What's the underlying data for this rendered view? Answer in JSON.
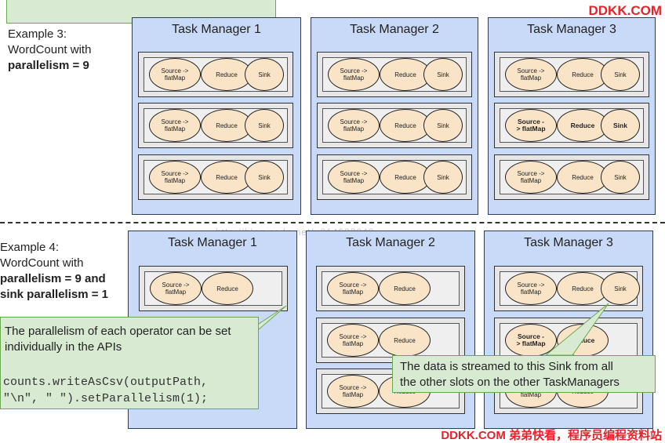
{
  "brand_top": "DDKK.COM",
  "brand_bottom": "DDKK.COM 弟弟快看，程序员编程资料站",
  "watermark": "http://blog.csdn.net/u014623042",
  "example3": {
    "line1": "Example 3:",
    "line2": "WordCount with",
    "line3": "parallelism = 9",
    "task_managers": [
      {
        "title": "Task Manager 1",
        "slots": [
          {
            "source": [
              "Source ->",
              "flatMap"
            ],
            "reduce": "Reduce",
            "sink": "Sink",
            "bold": false
          },
          {
            "source": [
              "Source ->",
              "flatMap"
            ],
            "reduce": "Reduce",
            "sink": "Sink",
            "bold": false
          },
          {
            "source": [
              "Source ->",
              "flatMap"
            ],
            "reduce": "Reduce",
            "sink": "Sink",
            "bold": false
          }
        ]
      },
      {
        "title": "Task Manager 2",
        "slots": [
          {
            "source": [
              "Source ->",
              "flatMap"
            ],
            "reduce": "Reduce",
            "sink": "Sink",
            "bold": false
          },
          {
            "source": [
              "Source ->",
              "flatMap"
            ],
            "reduce": "Reduce",
            "sink": "Sink",
            "bold": false
          },
          {
            "source": [
              "Source ->",
              "flatMap"
            ],
            "reduce": "Reduce",
            "sink": "Sink",
            "bold": false
          }
        ]
      },
      {
        "title": "Task Manager 3",
        "slots": [
          {
            "source": [
              "Source ->",
              "flatMap"
            ],
            "reduce": "Reduce",
            "sink": "Sink",
            "bold": false
          },
          {
            "source": [
              "Source -",
              "> flatMap"
            ],
            "reduce": "Reduce",
            "sink": "Sink",
            "bold": true
          },
          {
            "source": [
              "Source ->",
              "flatMap"
            ],
            "reduce": "Reduce",
            "sink": "Sink",
            "bold": false
          }
        ]
      }
    ]
  },
  "example4": {
    "line1": "Example 4:",
    "line2": "WordCount with",
    "line3": "parallelism = 9 and",
    "line4": "sink parallelism = 1",
    "task_managers": [
      {
        "title": "Task Manager 1",
        "slots": [
          {
            "source": [
              "Source ->",
              "flatMap"
            ],
            "reduce": "Reduce"
          }
        ]
      },
      {
        "title": "Task Manager 2",
        "slots": [
          {
            "source": [
              "Source ->",
              "flatMap"
            ],
            "reduce": "Reduce"
          },
          {
            "source": [
              "Source ->",
              "flatMap"
            ],
            "reduce": "Reduce"
          },
          {
            "source": [
              "Source ->",
              "flatMap"
            ],
            "reduce": "Reduce"
          }
        ]
      },
      {
        "title": "Task Manager 3",
        "slots": [
          {
            "source": [
              "Source ->",
              "flatMap"
            ],
            "reduce": "Reduce",
            "sink": "Sink"
          },
          {
            "source": [
              "Source -",
              "> flatMap"
            ],
            "reduce": "Reduce",
            "bold": true
          },
          {
            "source": [
              "Source ->",
              "flatMap"
            ],
            "reduce": "Reduce"
          }
        ]
      }
    ],
    "callout_left": {
      "text_line1": "The parallelism of each operator can be set",
      "text_line2": "individually in the APIs",
      "code_line1": "counts.writeAsCsv(outputPath,",
      "code_line2": "\"\\n\", \" \").setParallelism(1);"
    },
    "callout_right": {
      "line1": "The data is streamed to this Sink from all",
      "line2": "the other slots on the other TaskManagers"
    }
  },
  "colors": {
    "task_manager_bg": "#c9daf8",
    "slot_bg": "#e6e6e6",
    "operator_fill": "#f9e4c8",
    "callout_bg": "#d9ead3",
    "brand_red": "#e8222a"
  }
}
